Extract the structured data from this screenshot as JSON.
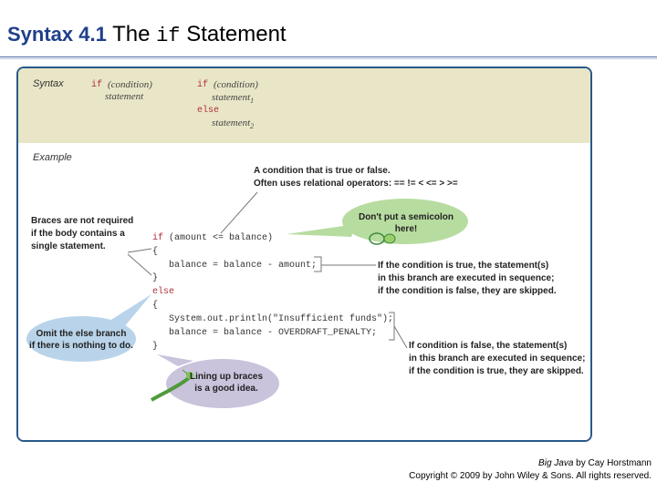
{
  "title": {
    "prefix": "Syntax 4.1",
    "pre": "The",
    "keyword": "if",
    "post": "Statement"
  },
  "syntax_block": {
    "label": "Syntax",
    "form1": {
      "keyword": "if",
      "condition": "(condition)",
      "statement": "statement"
    },
    "form2": {
      "keyword": "if",
      "condition": "(condition)",
      "statement1": "statement",
      "sub1": "1",
      "else": "else",
      "statement2": "statement",
      "sub2": "2"
    }
  },
  "example_label": "Example",
  "code_lines": [
    "if (amount <= balance)",
    "{",
    "   balance = balance - amount;",
    "}",
    "else",
    "{",
    "   System.out.println(\"Insufficient funds\");",
    "   balance = balance - OVERDRAFT_PENALTY;",
    "}"
  ],
  "annotations": {
    "condition_note_1": "A condition that is true or false.",
    "condition_note_2": "Often uses relational operators: == != < <= > >=",
    "braces_1": "Braces are not required",
    "braces_2": "if the body contains a",
    "braces_3": "single statement.",
    "true_branch_1": "If the condition is true, the statement(s)",
    "true_branch_2": "in this branch are executed in sequence;",
    "true_branch_3": "if the condition is false, they are skipped.",
    "false_branch_1": "If condition is false, the statement(s)",
    "false_branch_2": "in this branch are executed in sequence;",
    "false_branch_3": "if the condition is true, they are skipped."
  },
  "bubbles": {
    "semicolon": "Don't put a semicolon here!",
    "omit_else_1": "Omit the else branch",
    "omit_else_2": "if there is nothing to do.",
    "line_up_1": "Lining up braces",
    "line_up_2": "is a good idea."
  },
  "colors": {
    "syntax_bg": "#e9e6c7",
    "frame": "#2a5a8a",
    "green_bubble": "#b7dca0",
    "blue_bubble": "#b9d4ea",
    "purple_bubble": "#c9c3dc",
    "keyword_red": "#b0303a"
  },
  "credit": {
    "book": "Big Java",
    "by": " by Cay Horstmann",
    "copyright": "Copyright © 2009 by John Wiley & Sons.  All rights reserved."
  }
}
